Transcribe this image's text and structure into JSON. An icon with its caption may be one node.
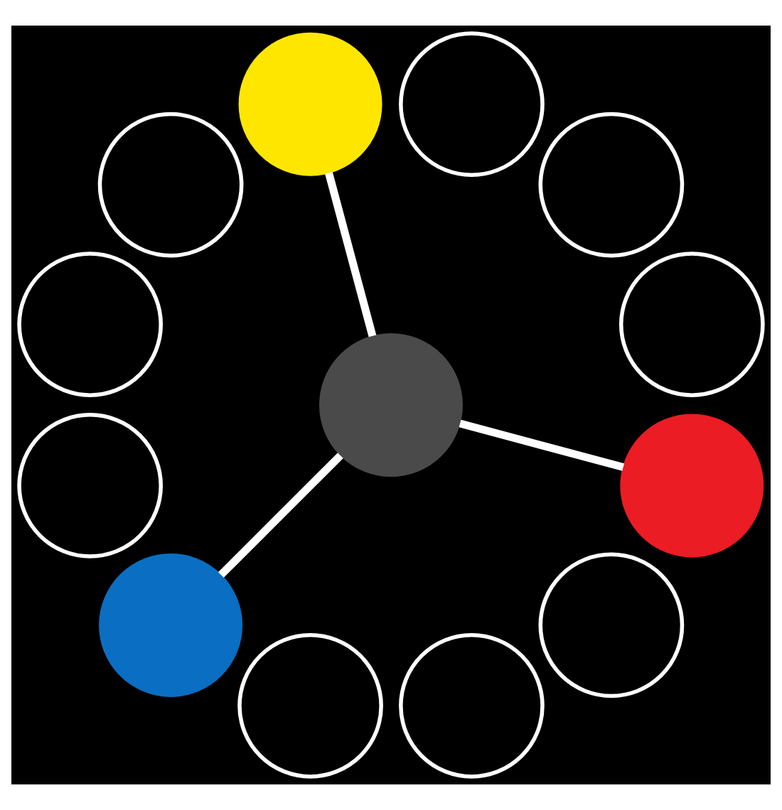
{
  "diagram": {
    "nodes": [
      {
        "text": [],
        "shape": "circle"
      },
      {
        "text": [],
        "shape": "circle"
      },
      {
        "text": [],
        "shape": "circle"
      },
      {
        "text": [],
        "shape": "circle"
      },
      {
        "text": [],
        "shape": "circle"
      },
      {
        "text": [],
        "shape": "circle"
      },
      {
        "text": [],
        "shape": "circle"
      },
      {
        "text": [],
        "shape": "circle"
      },
      {
        "text": [],
        "shape": "circle"
      },
      {
        "text": [],
        "shape": "circle"
      },
      {
        "text": [],
        "shape": "circle"
      },
      {
        "text": [],
        "shape": "circle"
      },
      {
        "text": [],
        "shape": "circle"
      }
    ],
    "edges": [
      {
        "from": 6,
        "to": 0,
        "arrow": "none"
      },
      {
        "from": 6,
        "to": 8,
        "arrow": "none"
      },
      {
        "from": 6,
        "to": 9,
        "arrow": "none"
      }
    ]
  }
}
